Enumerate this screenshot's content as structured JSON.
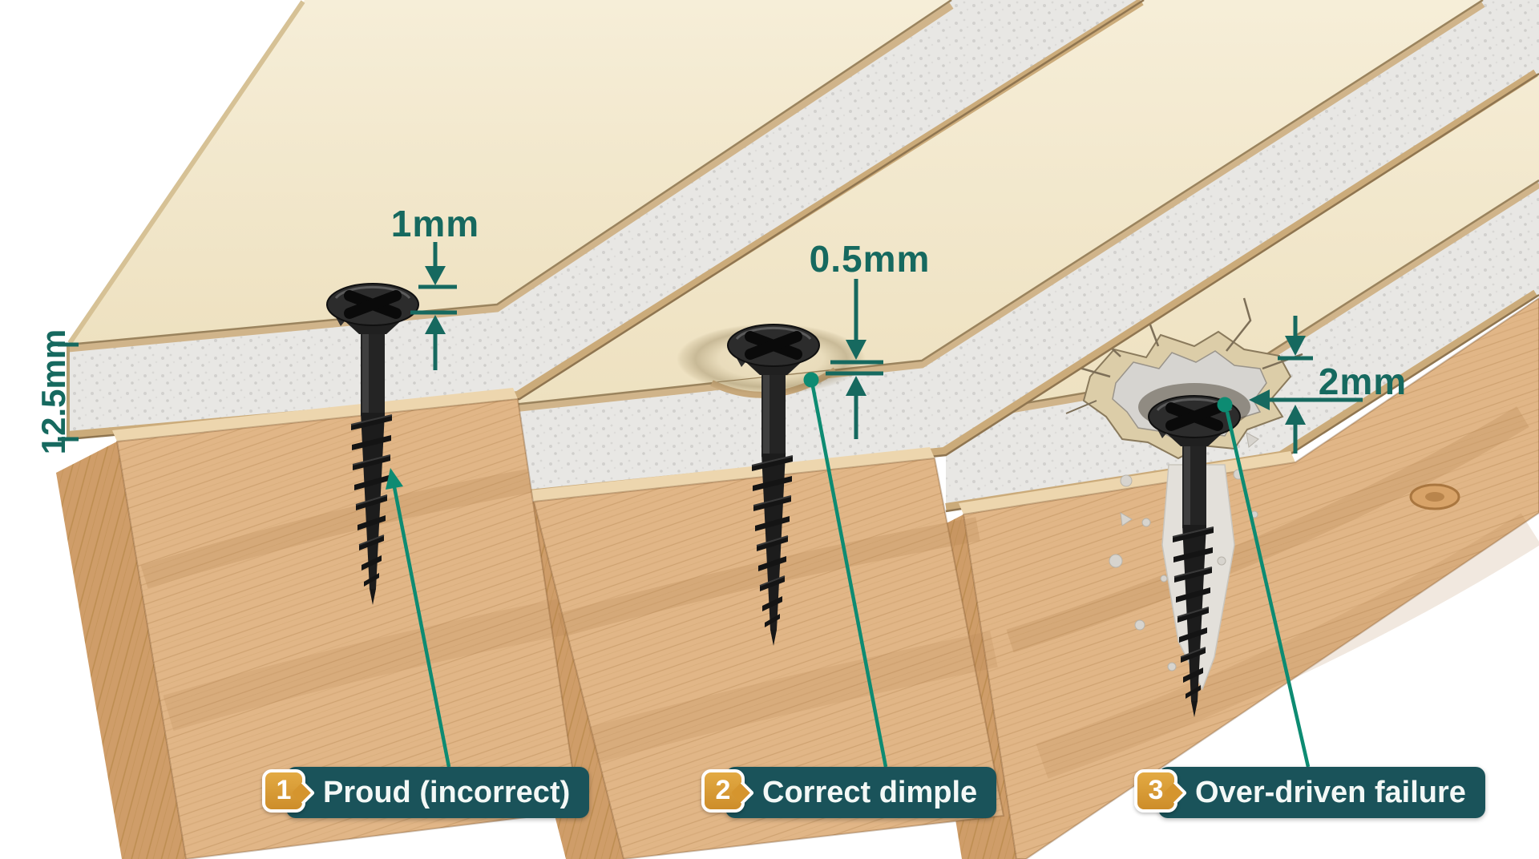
{
  "board_thickness": {
    "value": "12.5mm"
  },
  "scenarios": [
    {
      "badge": "1",
      "label": "Proud (incorrect)",
      "dimension": "1mm"
    },
    {
      "badge": "2",
      "label": "Correct dimple",
      "dimension": "0.5mm"
    },
    {
      "badge": "3",
      "label": "Over-driven failure",
      "dimension": "2mm"
    }
  ],
  "colors": {
    "background": "#ffffff",
    "dimension_teal": "#16695f",
    "leader_green": "#0d8b72",
    "callout_background": "#1a535a",
    "callout_text": "#f3f8f6",
    "badge_orange": "#d5952e",
    "drywall_paper": "#f2e8cd",
    "paper_edge_tan": "#cbab7a",
    "gypsum_core": "#e8e7e4",
    "wood": "#e1b687",
    "screw_black": "#242424"
  }
}
